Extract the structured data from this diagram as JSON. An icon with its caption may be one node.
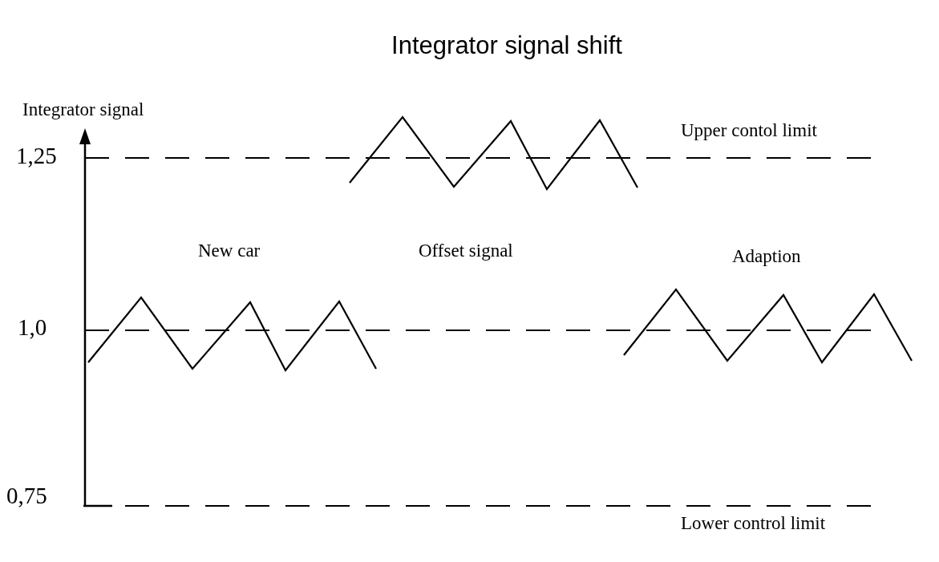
{
  "diagram": {
    "title": "Integrator signal shift",
    "labels": [
      "Integrator signal",
      "Upper contol limit",
      "1,25",
      "New car",
      "Offset signal",
      "Adaption",
      "1,0",
      "0,75",
      "Lower control limit"
    ]
  }
}
